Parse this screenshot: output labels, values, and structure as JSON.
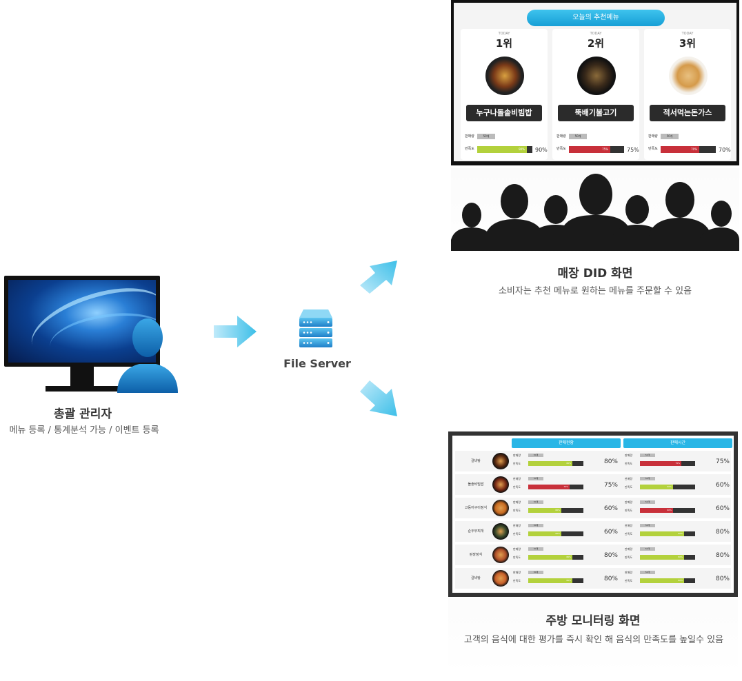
{
  "admin": {
    "title": "총괄 관리자",
    "desc": "메뉴 등록 / 통계분석 가능 / 이벤트 등록"
  },
  "server": {
    "label": "File Server"
  },
  "did": {
    "header": "오늘의 추천메뉴",
    "title": "매장 DID 화면",
    "desc": "소비자는 추천 메뉴로 원하는 메뉴를 주문할 수 있음",
    "cards": [
      {
        "today": "TODAY",
        "rank": "1위",
        "name": "누구나돌솥비빔밥",
        "sales_label": "판매량",
        "sales": "50개",
        "sat_label": "만족도",
        "sat": 90,
        "sat_text": "90%",
        "color": "#b3d13c",
        "food_color": "#6b3a1a"
      },
      {
        "today": "TODAY",
        "rank": "2위",
        "name": "뚝배기불고기",
        "sales_label": "판매량",
        "sales": "50개",
        "sat_label": "만족도",
        "sat": 75,
        "sat_text": "75%",
        "color": "#c8303a",
        "food_color": "#3a2a1a"
      },
      {
        "today": "TODAY",
        "rank": "3위",
        "name": "적서먹는돈가스",
        "sales_label": "판매량",
        "sales": "50개",
        "sat_label": "만족도",
        "sat": 70,
        "sat_text": "70%",
        "color": "#c8303a",
        "food_color": "#d59a4a"
      }
    ]
  },
  "kitchen": {
    "title": "주방 모니터링 화면",
    "desc": "고객의 음식에 대한 평가를 즉시 확인 해 음식의 만족도를 높일수 있음",
    "head_left": "판매현황",
    "head_right": "판매시간",
    "sales_label": "판매량",
    "sat_label": "만족도",
    "rows": [
      {
        "name": "갈비탕",
        "food_color": "#5a2a10",
        "left": {
          "sales": "50개",
          "sat": 80,
          "fill": "80%",
          "pct": "80%",
          "color": "#b3d13c"
        },
        "right": {
          "sales": "50개",
          "sat": 75,
          "fill": "75%",
          "pct": "75%",
          "color": "#c8303a"
        }
      },
      {
        "name": "돌솥비빔밥",
        "food_color": "#7a2a14",
        "left": {
          "sales": "50개",
          "sat": 75,
          "fill": "75%",
          "pct": "75%",
          "color": "#c8303a"
        },
        "right": {
          "sales": "50개",
          "sat": 60,
          "fill": "60%",
          "pct": "60%",
          "color": "#b3d13c"
        }
      },
      {
        "name": "고등어구이정식",
        "food_color": "#c86a20",
        "left": {
          "sales": "50개",
          "sat": 60,
          "fill": "60%",
          "pct": "60%",
          "color": "#b3d13c"
        },
        "right": {
          "sales": "50개",
          "sat": 60,
          "fill": "60%",
          "pct": "60%",
          "color": "#c8303a"
        }
      },
      {
        "name": "순두부찌개",
        "food_color": "#3a4a2a",
        "left": {
          "sales": "50개",
          "sat": 60,
          "fill": "60%",
          "pct": "60%",
          "color": "#b3d13c"
        },
        "right": {
          "sales": "50개",
          "sat": 80,
          "fill": "80%",
          "pct": "80%",
          "color": "#b3d13c"
        }
      },
      {
        "name": "된장정식",
        "food_color": "#b0502a",
        "left": {
          "sales": "50개",
          "sat": 80,
          "fill": "80%",
          "pct": "80%",
          "color": "#b3d13c"
        },
        "right": {
          "sales": "50개",
          "sat": 80,
          "fill": "80%",
          "pct": "80%",
          "color": "#b3d13c"
        }
      },
      {
        "name": "갈비탕",
        "food_color": "#c8602a",
        "left": {
          "sales": "50개",
          "sat": 80,
          "fill": "80%",
          "pct": "80%",
          "color": "#b3d13c"
        },
        "right": {
          "sales": "50개",
          "sat": 80,
          "fill": "80%",
          "pct": "80%",
          "color": "#b3d13c"
        }
      }
    ]
  }
}
